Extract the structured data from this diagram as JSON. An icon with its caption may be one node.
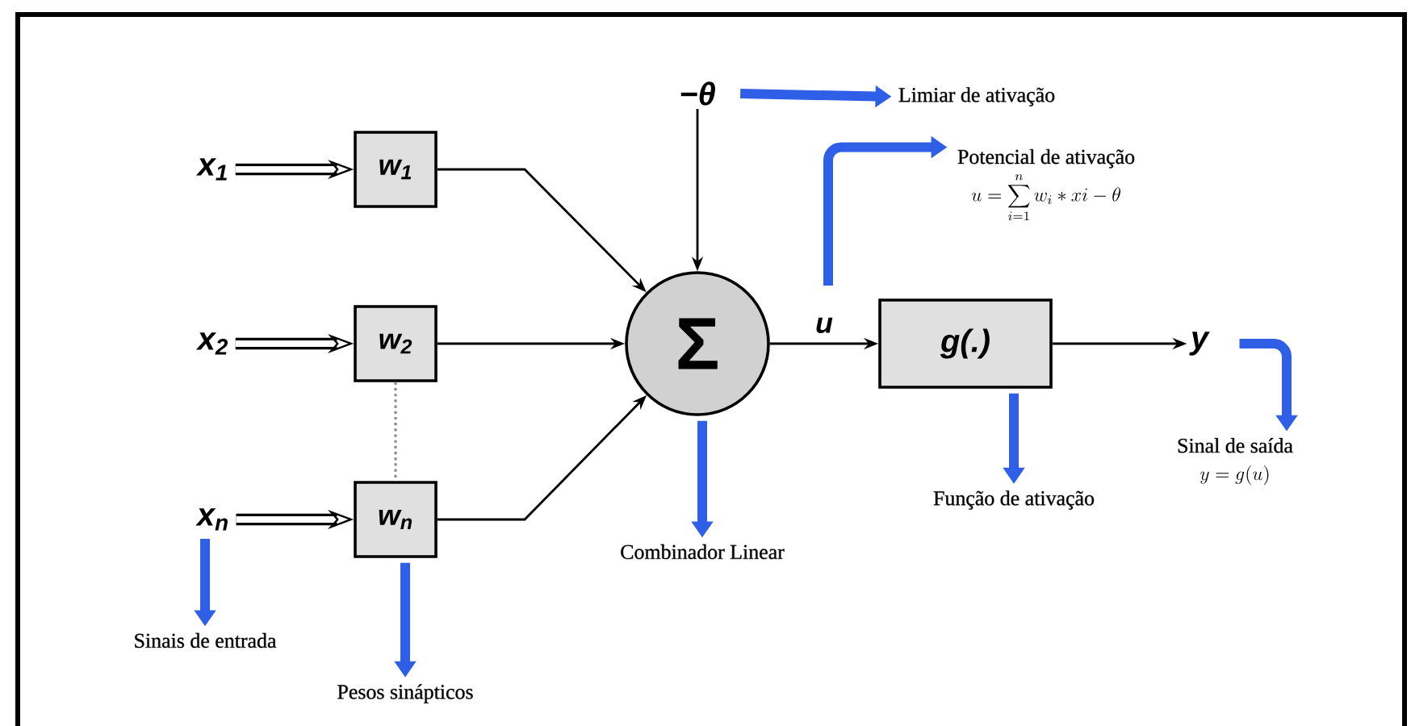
{
  "diagram": {
    "nodes": [
      {
        "text": [
          "x$_{1}$"
        ]
      },
      {
        "text": [
          "w$_{1}$"
        ]
      },
      {
        "text": [
          "x$_{2}$"
        ]
      },
      {
        "text": [
          "w$_{2}$"
        ]
      },
      {
        "text": [
          "x$_{n}$"
        ]
      },
      {
        "text": [
          "w$_{n}$"
        ]
      },
      {
        "text": [
          "Σ"
        ]
      },
      {
        "text": [
          "−θ"
        ]
      },
      {
        "text": [
          "g(.)"
        ]
      },
      {
        "text": [
          "y"
        ]
      },
      {
        "text": [
          "Sinais de entrada"
        ]
      },
      {
        "text": [
          "Pesos sinápticos"
        ]
      },
      {
        "text": [
          "Combinador Linear"
        ]
      },
      {
        "text": [
          "Limiar de ativação"
        ]
      },
      {
        "text": [
          "Potencial de ativação",
          "u = \\sum_{i=1}^{n} w_i * xi - \\theta"
        ]
      },
      {
        "text": [
          "Função de ativação"
        ]
      },
      {
        "text": [
          "Sinal de saída",
          "y = g(u)"
        ]
      }
    ],
    "edges": [
      {
        "from": 0,
        "to": 1,
        "arrow": "to"
      },
      {
        "from": 2,
        "to": 3,
        "arrow": "to"
      },
      {
        "from": 4,
        "to": 5,
        "arrow": "to"
      },
      {
        "from": 1,
        "to": 6,
        "arrow": "to"
      },
      {
        "from": 3,
        "to": 6,
        "arrow": "to"
      },
      {
        "from": 5,
        "to": 6,
        "arrow": "to"
      },
      {
        "from": 3,
        "to": 5,
        "arrow": "none",
        "style": "dashed",
        "color": "#8c8c8c"
      },
      {
        "from": 7,
        "to": 6,
        "arrow": "to"
      },
      {
        "from": 6,
        "to": 8,
        "arrow": "to",
        "label": "u"
      },
      {
        "from": 8,
        "to": 9,
        "arrow": "to"
      },
      {
        "from": 4,
        "to": 10,
        "arrow": "to",
        "color": "#2f5fe6"
      },
      {
        "from": 5,
        "to": 11,
        "arrow": "to",
        "color": "#2f5fe6"
      },
      {
        "from": 6,
        "to": 12,
        "arrow": "to",
        "color": "#2f5fe6"
      },
      {
        "from": 7,
        "to": 13,
        "arrow": "to",
        "color": "#2f5fe6"
      },
      {
        "from": null,
        "to": 14,
        "arrow": "to",
        "color": "#2f5fe6"
      },
      {
        "from": 8,
        "to": 15,
        "arrow": "to",
        "color": "#2f5fe6"
      },
      {
        "from": 9,
        "to": 16,
        "arrow": "to",
        "color": "#2f5fe6"
      }
    ]
  }
}
